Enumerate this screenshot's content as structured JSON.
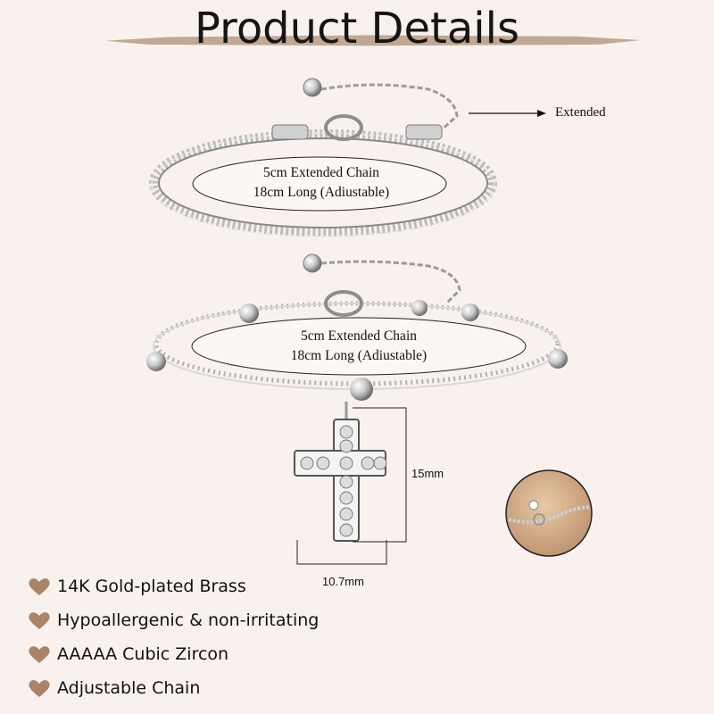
{
  "header": {
    "title": "Product Details"
  },
  "colors": {
    "background": "#f8f1ee",
    "accent": "#b79a84",
    "heart": "#a98468",
    "silver": "#c9c9c9"
  },
  "callout": {
    "label": "Extended"
  },
  "bracelets": [
    {
      "extended_chain": "5cm Extended Chain",
      "length": "18cm Long (Adiustable)"
    },
    {
      "extended_chain": "5cm Extended Chain",
      "length": "18cm Long (Adiustable)"
    }
  ],
  "pendant": {
    "height": "15mm",
    "width": "10.7mm",
    "icon": "cross-pendant-icon"
  },
  "features": [
    {
      "label": "14K Gold-plated Brass",
      "icon": "heart-icon"
    },
    {
      "label": "Hypoallergenic & non-irritating",
      "icon": "heart-icon"
    },
    {
      "label": "AAAAA Cubic Zircon",
      "icon": "heart-icon"
    },
    {
      "label": "Adjustable Chain",
      "icon": "heart-icon"
    }
  ]
}
